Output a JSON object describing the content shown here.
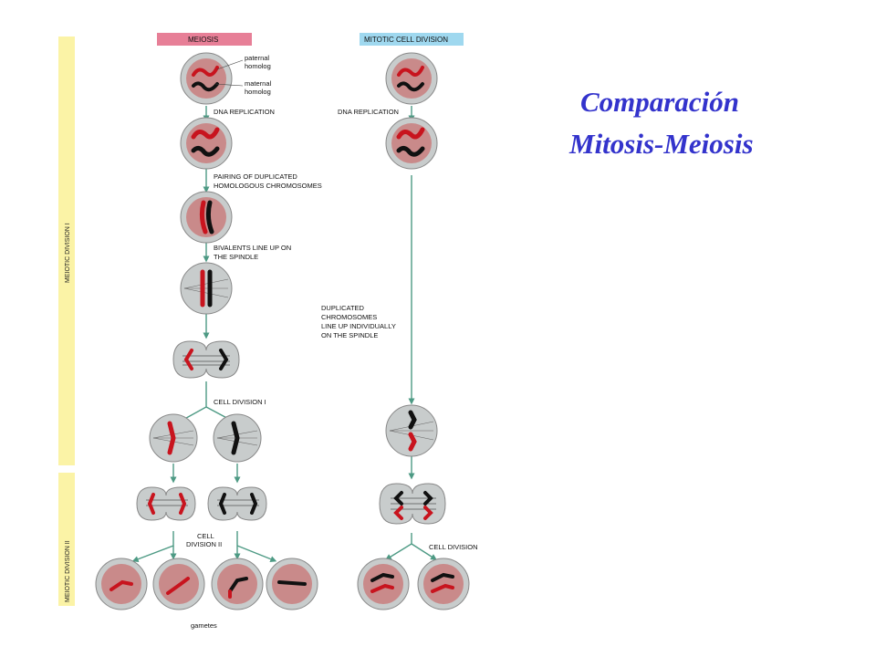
{
  "title": {
    "line1": "Comparación",
    "line2": "Mitosis-Meiosis"
  },
  "headers": {
    "meiosis": "MEIOSIS",
    "mitosis": "MITOTIC CELL DIVISION"
  },
  "side_labels": {
    "division_1": "MEIOTIC DIVISION I",
    "division_2": "MEIOTIC DIVISION II"
  },
  "labels": {
    "paternal": [
      "paternal",
      "homolog"
    ],
    "maternal": [
      "maternal",
      "homolog"
    ],
    "dna_replication_meiosis": "DNA REPLICATION",
    "dna_replication_mitosis": "DNA REPLICATION",
    "pairing": [
      "PAIRING OF DUPLICATED",
      "HOMOLOGOUS CHROMOSOMES"
    ],
    "bivalents": [
      "BIVALENTS LINE UP ON",
      "THE SPINDLE"
    ],
    "duplicated": [
      "DUPLICATED",
      "CHROMOSOMES",
      "LINE UP INDIVIDUALLY",
      "ON THE SPINDLE"
    ],
    "cell_division_1": "CELL DIVISION I",
    "cell_division_2": [
      "CELL",
      "DIVISION II"
    ],
    "cell_division": "CELL DIVISION",
    "gametes": "gametes"
  },
  "colors": {
    "meiosis_header": "#e77f97",
    "mitosis_header": "#9fd8ef",
    "side_band": "#fbf3a6",
    "cell_fill": "#c8cccc",
    "nucleus_fill": "#c98a8a",
    "arrow": "#4d9a84",
    "chrom_red": "#c8141e",
    "chrom_black": "#111111",
    "title": "#3333cc"
  }
}
